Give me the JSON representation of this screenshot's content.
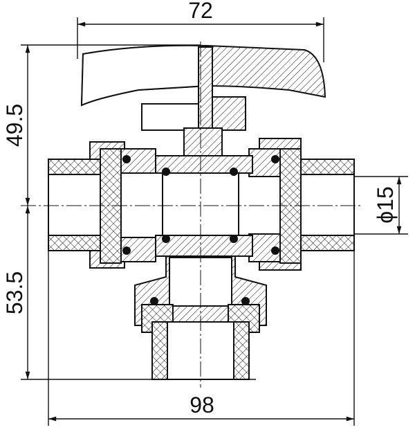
{
  "drawing": {
    "dimensions": {
      "top_width": "72",
      "upper_height": "49.5",
      "lower_height": "53.5",
      "bottom_width": "98",
      "bore_diameter": "ϕ15"
    }
  }
}
